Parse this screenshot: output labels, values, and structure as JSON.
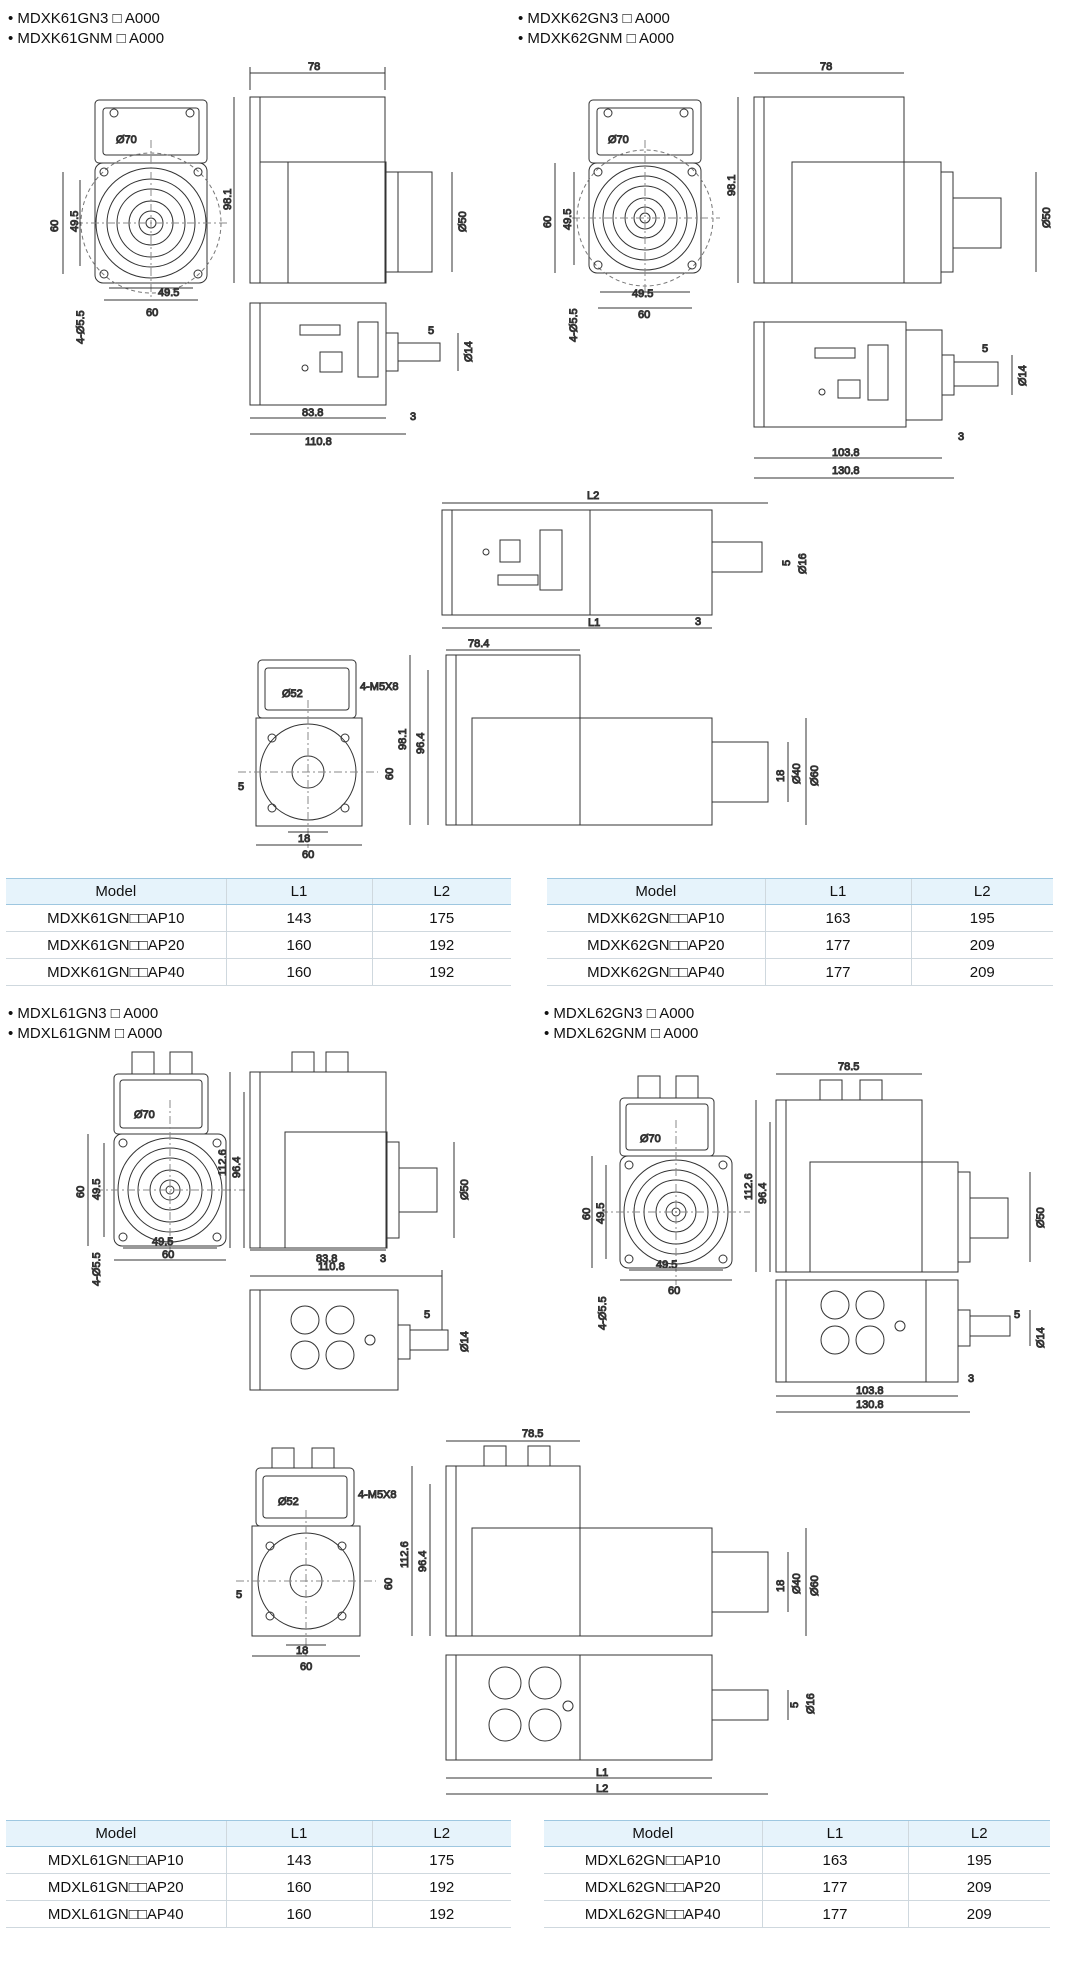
{
  "groups": [
    {
      "id": "xk61",
      "lines": [
        "MDXK61GN3 □ A000",
        "MDXK61GNM □ A000"
      ]
    },
    {
      "id": "xk62",
      "lines": [
        "MDXK62GN3 □ A000",
        "MDXK62GNM □ A000"
      ]
    },
    {
      "id": "xl61",
      "lines": [
        "MDXL61GN3 □ A000",
        "MDXL61GNM □ A000"
      ]
    },
    {
      "id": "xl62",
      "lines": [
        "MDXL62GN3 □ A000",
        "MDXL62GNM □ A000"
      ]
    }
  ],
  "dims": {
    "xk61": {
      "w": "78",
      "h": "98.1",
      "d1": "Ø70",
      "d2": "Ø50",
      "s60a": "60",
      "s49a": "49.5",
      "s49b": "49.5",
      "s60b": "60",
      "hole": "4-Ø5.5",
      "key": "5",
      "shaft": "Ø14",
      "len1": "83.8",
      "len2": "110.8",
      "off": "3"
    },
    "xk62": {
      "w": "78",
      "h": "98.1",
      "d1": "Ø70",
      "d2": "Ø50",
      "s60a": "60",
      "s49a": "49.5",
      "s49b": "49.5",
      "s60b": "60",
      "hole": "4-Ø5.5",
      "key": "5",
      "shaft": "Ø14",
      "len1": "103.8",
      "len2": "130.8",
      "off": "3"
    },
    "xkg": {
      "L2": "L2",
      "L1": "L1",
      "off": "3",
      "key": "5",
      "shaft": "Ø16",
      "w": "78.4",
      "h1": "98.1",
      "h2": "96.4",
      "pcd": "Ø52",
      "tap": "4-M5X8",
      "sq": "60",
      "sk": "5",
      "s18": "18",
      "s18b": "18",
      "d40": "Ø40",
      "d60": "Ø60",
      "bot": "60"
    },
    "xl61": {
      "h1": "112.6",
      "h2": "96.4",
      "d1": "Ø70",
      "d2": "Ø50",
      "s60a": "60",
      "s49a": "49.5",
      "s49b": "49.5",
      "s60b": "60",
      "hole": "4-Ø5.5",
      "len1": "83.8",
      "off": "3",
      "w": "110.8",
      "key": "5",
      "shaft": "Ø14"
    },
    "xl62": {
      "w": "78.5",
      "h1": "112.6",
      "h2": "96.4",
      "d1": "Ø70",
      "d2": "Ø50",
      "s60a": "60",
      "s49a": "49.5",
      "s49b": "49.5",
      "s60b": "60",
      "hole": "4-Ø5.5",
      "key": "5",
      "shaft": "Ø14",
      "len1": "103.8",
      "len2": "130.8",
      "off": "3"
    },
    "xlg": {
      "w": "78.5",
      "h1": "112.6",
      "h2": "96.4",
      "pcd": "Ø52",
      "tap": "4-M5X8",
      "sq": "60",
      "sk": "5",
      "s18": "18",
      "s18b": "18",
      "d40": "Ø40",
      "d60": "Ø60",
      "bot": "60",
      "L1": "L1",
      "L2": "L2",
      "key": "5",
      "shaft": "Ø16"
    }
  },
  "tables": {
    "headers": [
      "Model",
      "L1",
      "L2"
    ],
    "xk61": [
      [
        "MDXK61GN□□AP10",
        "143",
        "175"
      ],
      [
        "MDXK61GN□□AP20",
        "160",
        "192"
      ],
      [
        "MDXK61GN□□AP40",
        "160",
        "192"
      ]
    ],
    "xk62": [
      [
        "MDXK62GN□□AP10",
        "163",
        "195"
      ],
      [
        "MDXK62GN□□AP20",
        "177",
        "209"
      ],
      [
        "MDXK62GN□□AP40",
        "177",
        "209"
      ]
    ],
    "xl61": [
      [
        "MDXL61GN□□AP10",
        "143",
        "175"
      ],
      [
        "MDXL61GN□□AP20",
        "160",
        "192"
      ],
      [
        "MDXL61GN□□AP40",
        "160",
        "192"
      ]
    ],
    "xl62": [
      [
        "MDXL62GN□□AP10",
        "163",
        "195"
      ],
      [
        "MDXL62GN□□AP20",
        "177",
        "209"
      ],
      [
        "MDXL62GN□□AP40",
        "177",
        "209"
      ]
    ]
  },
  "colors": {
    "header_bg": "#e6f3fb",
    "line": "#333333"
  }
}
